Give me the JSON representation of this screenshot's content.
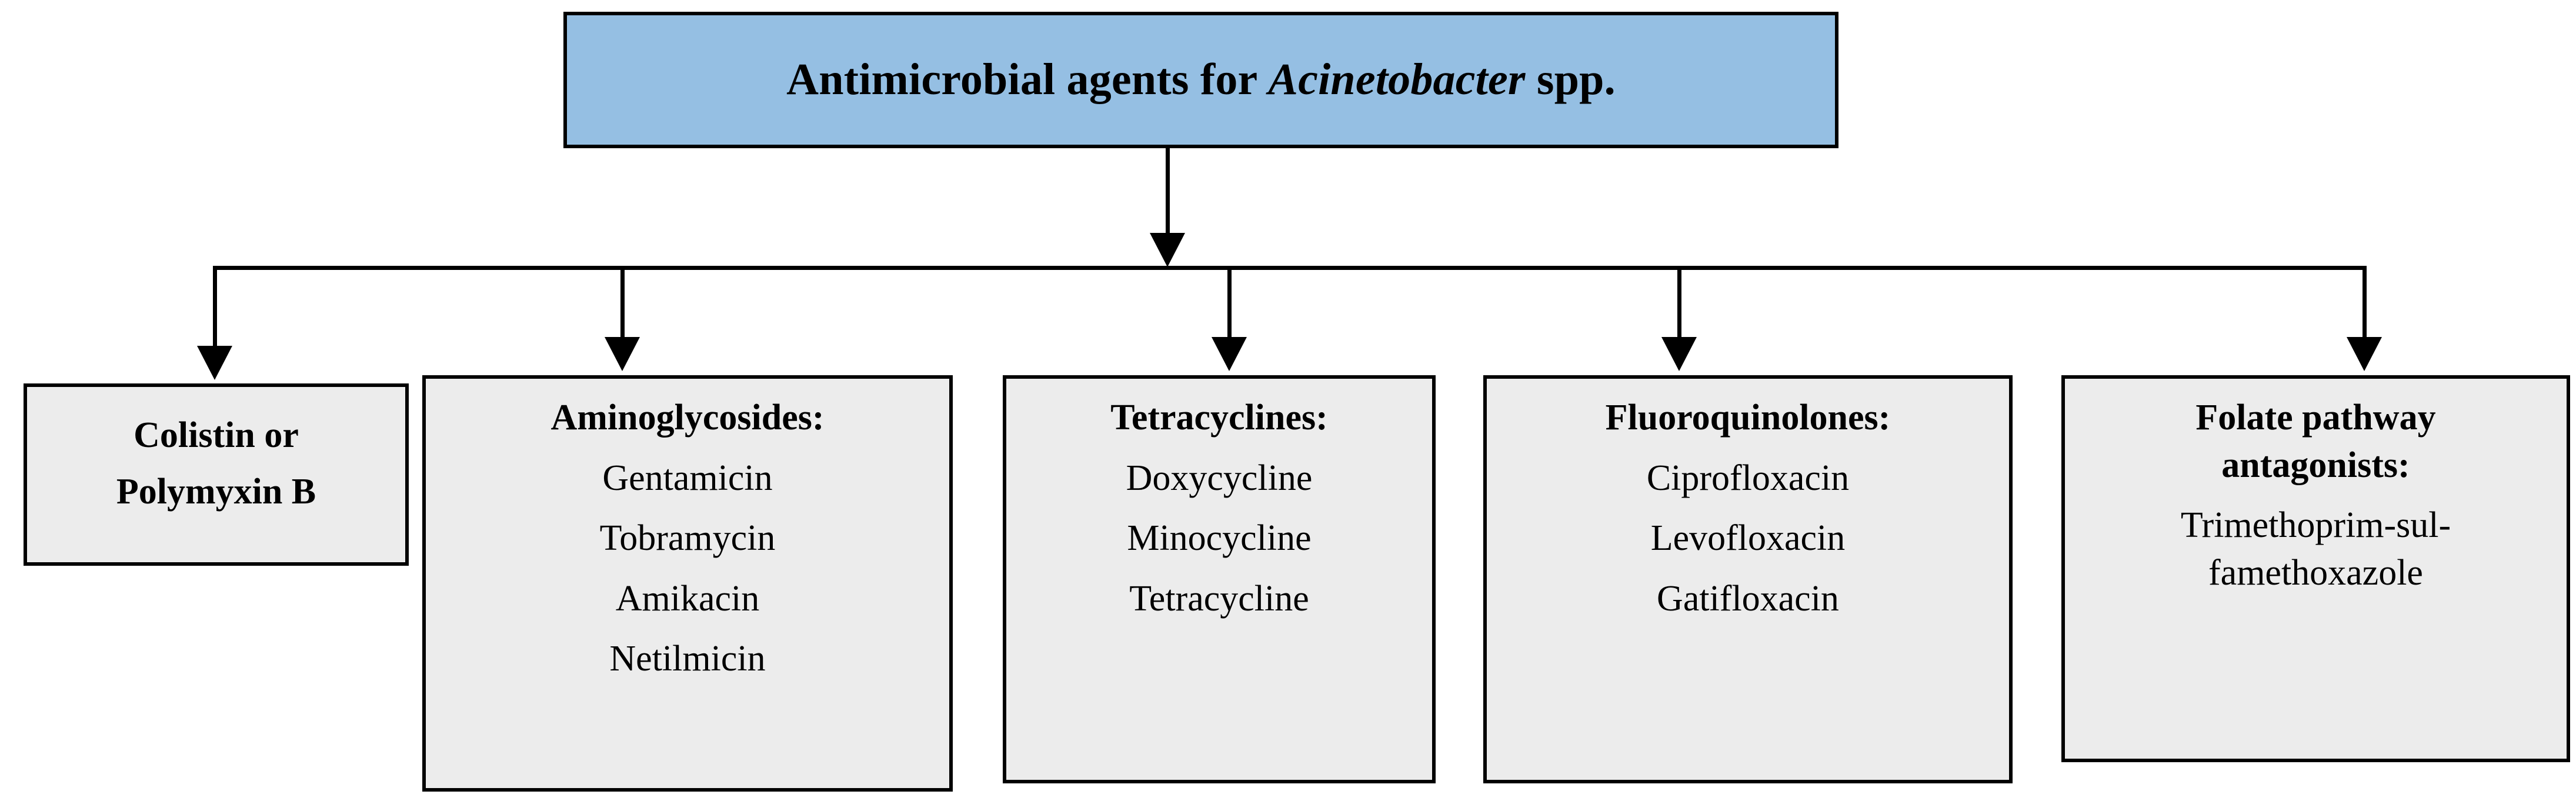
{
  "diagram": {
    "root": {
      "title_prefix": "Antimicrobial agents for ",
      "title_italic": "Acinetobacter",
      "title_suffix": " spp.",
      "full_title": "Antimicrobial agents for Acinetobacter spp.",
      "fill_color": "#95BFE3",
      "border_color": "#000000"
    },
    "box_fill_color": "#ECECEC",
    "box_border_color": "#000000",
    "categories": [
      {
        "id": "colistin",
        "header_lines": [
          "Colistin or",
          "Polymyxin B"
        ],
        "items": []
      },
      {
        "id": "aminoglycosides",
        "header_lines": [
          "Aminoglycosides:"
        ],
        "items": [
          "Gentamicin",
          "Tobramycin",
          "Amikacin",
          "Netilmicin"
        ]
      },
      {
        "id": "tetracyclines",
        "header_lines": [
          "Tetracyclines:"
        ],
        "items": [
          "Doxycycline",
          "Minocycline",
          "Tetracycline"
        ]
      },
      {
        "id": "fluoroquinolones",
        "header_lines": [
          "Fluoroquinolones:"
        ],
        "items": [
          "Ciprofloxacin",
          "Levofloxacin",
          "Gatifloxacin"
        ]
      },
      {
        "id": "folate-pathway-antagonists",
        "header_lines": [
          "Folate pathway",
          "antagonists:"
        ],
        "items": [
          "Trimethoprim-sul-",
          "famethoxazole"
        ]
      }
    ]
  }
}
